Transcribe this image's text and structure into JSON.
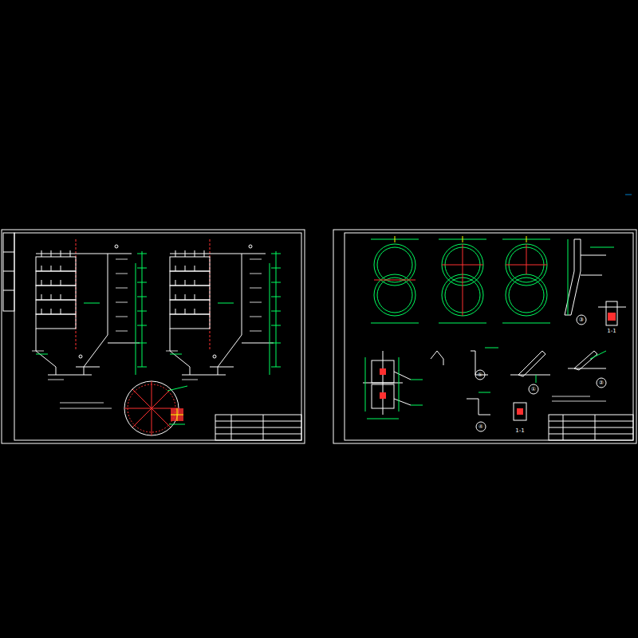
{
  "diagram": {
    "labels": [
      "③",
      "⑤",
      "①",
      "②",
      "④",
      "1-1",
      "1-1"
    ]
  }
}
